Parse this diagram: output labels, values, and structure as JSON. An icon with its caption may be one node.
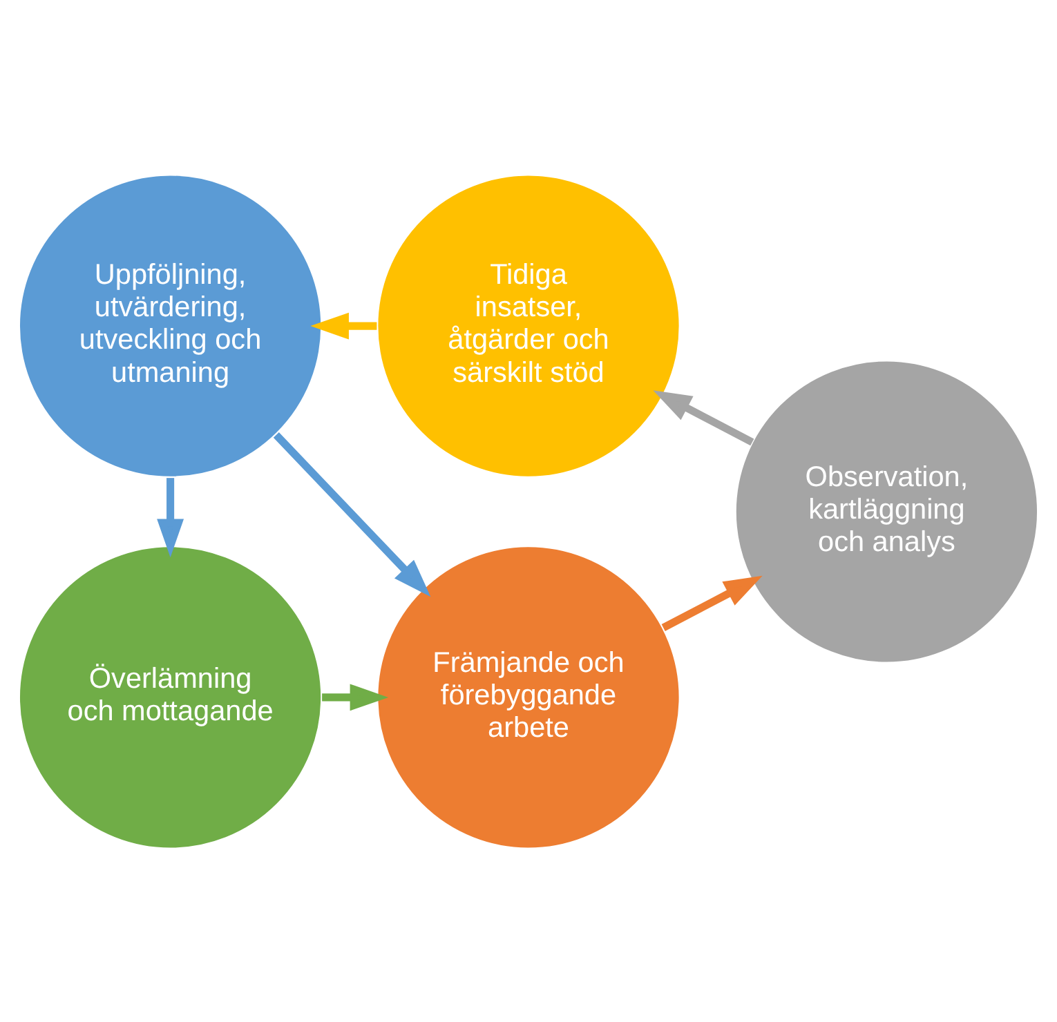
{
  "diagram": {
    "nodes": [
      {
        "text": [
          "Överlämning och mottagande"
        ]
      },
      {
        "text": [
          "Främjande och förebyggande arbete"
        ]
      },
      {
        "text": [
          "Observation, kartläggning och analys"
        ]
      },
      {
        "text": [
          "Tidiga insatser, åtgärder och särskilt stöd"
        ]
      },
      {
        "text": [
          "Uppföljning, utvärdering, utveckling och utmaning"
        ]
      }
    ],
    "edges": [
      {
        "from": 0,
        "to": 1,
        "arrow": "to",
        "color": "#70ad47"
      },
      {
        "from": 1,
        "to": 2,
        "arrow": "to",
        "color": "#ed7d31"
      },
      {
        "from": 2,
        "to": 3,
        "arrow": "to",
        "color": "#a5a5a5"
      },
      {
        "from": 3,
        "to": 4,
        "arrow": "to",
        "color": "#ffc000"
      },
      {
        "from": 4,
        "to": 1,
        "arrow": "to",
        "color": "#5b9bd5"
      },
      {
        "from": 4,
        "to": 0,
        "arrow": "to",
        "color": "#5b9bd5"
      }
    ]
  }
}
